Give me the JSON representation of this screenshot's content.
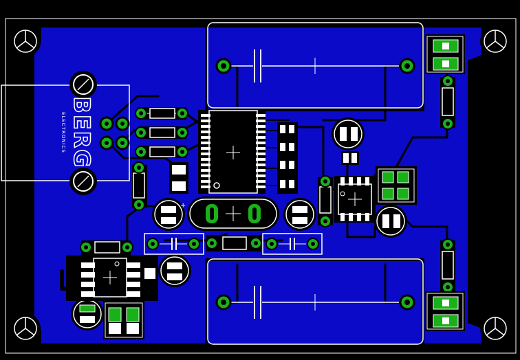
{
  "view": {
    "kind": "pcb-layout-editor",
    "colors": {
      "background": "#000000",
      "copper_pour": "#0a0ac8",
      "trace": "#000000",
      "silkscreen": "#ffffff",
      "pad": "#1ab01a",
      "outline": "#ffffff"
    }
  },
  "board": {
    "logo_text": "BERG",
    "logo_subtext": "ELECTRONICS"
  }
}
